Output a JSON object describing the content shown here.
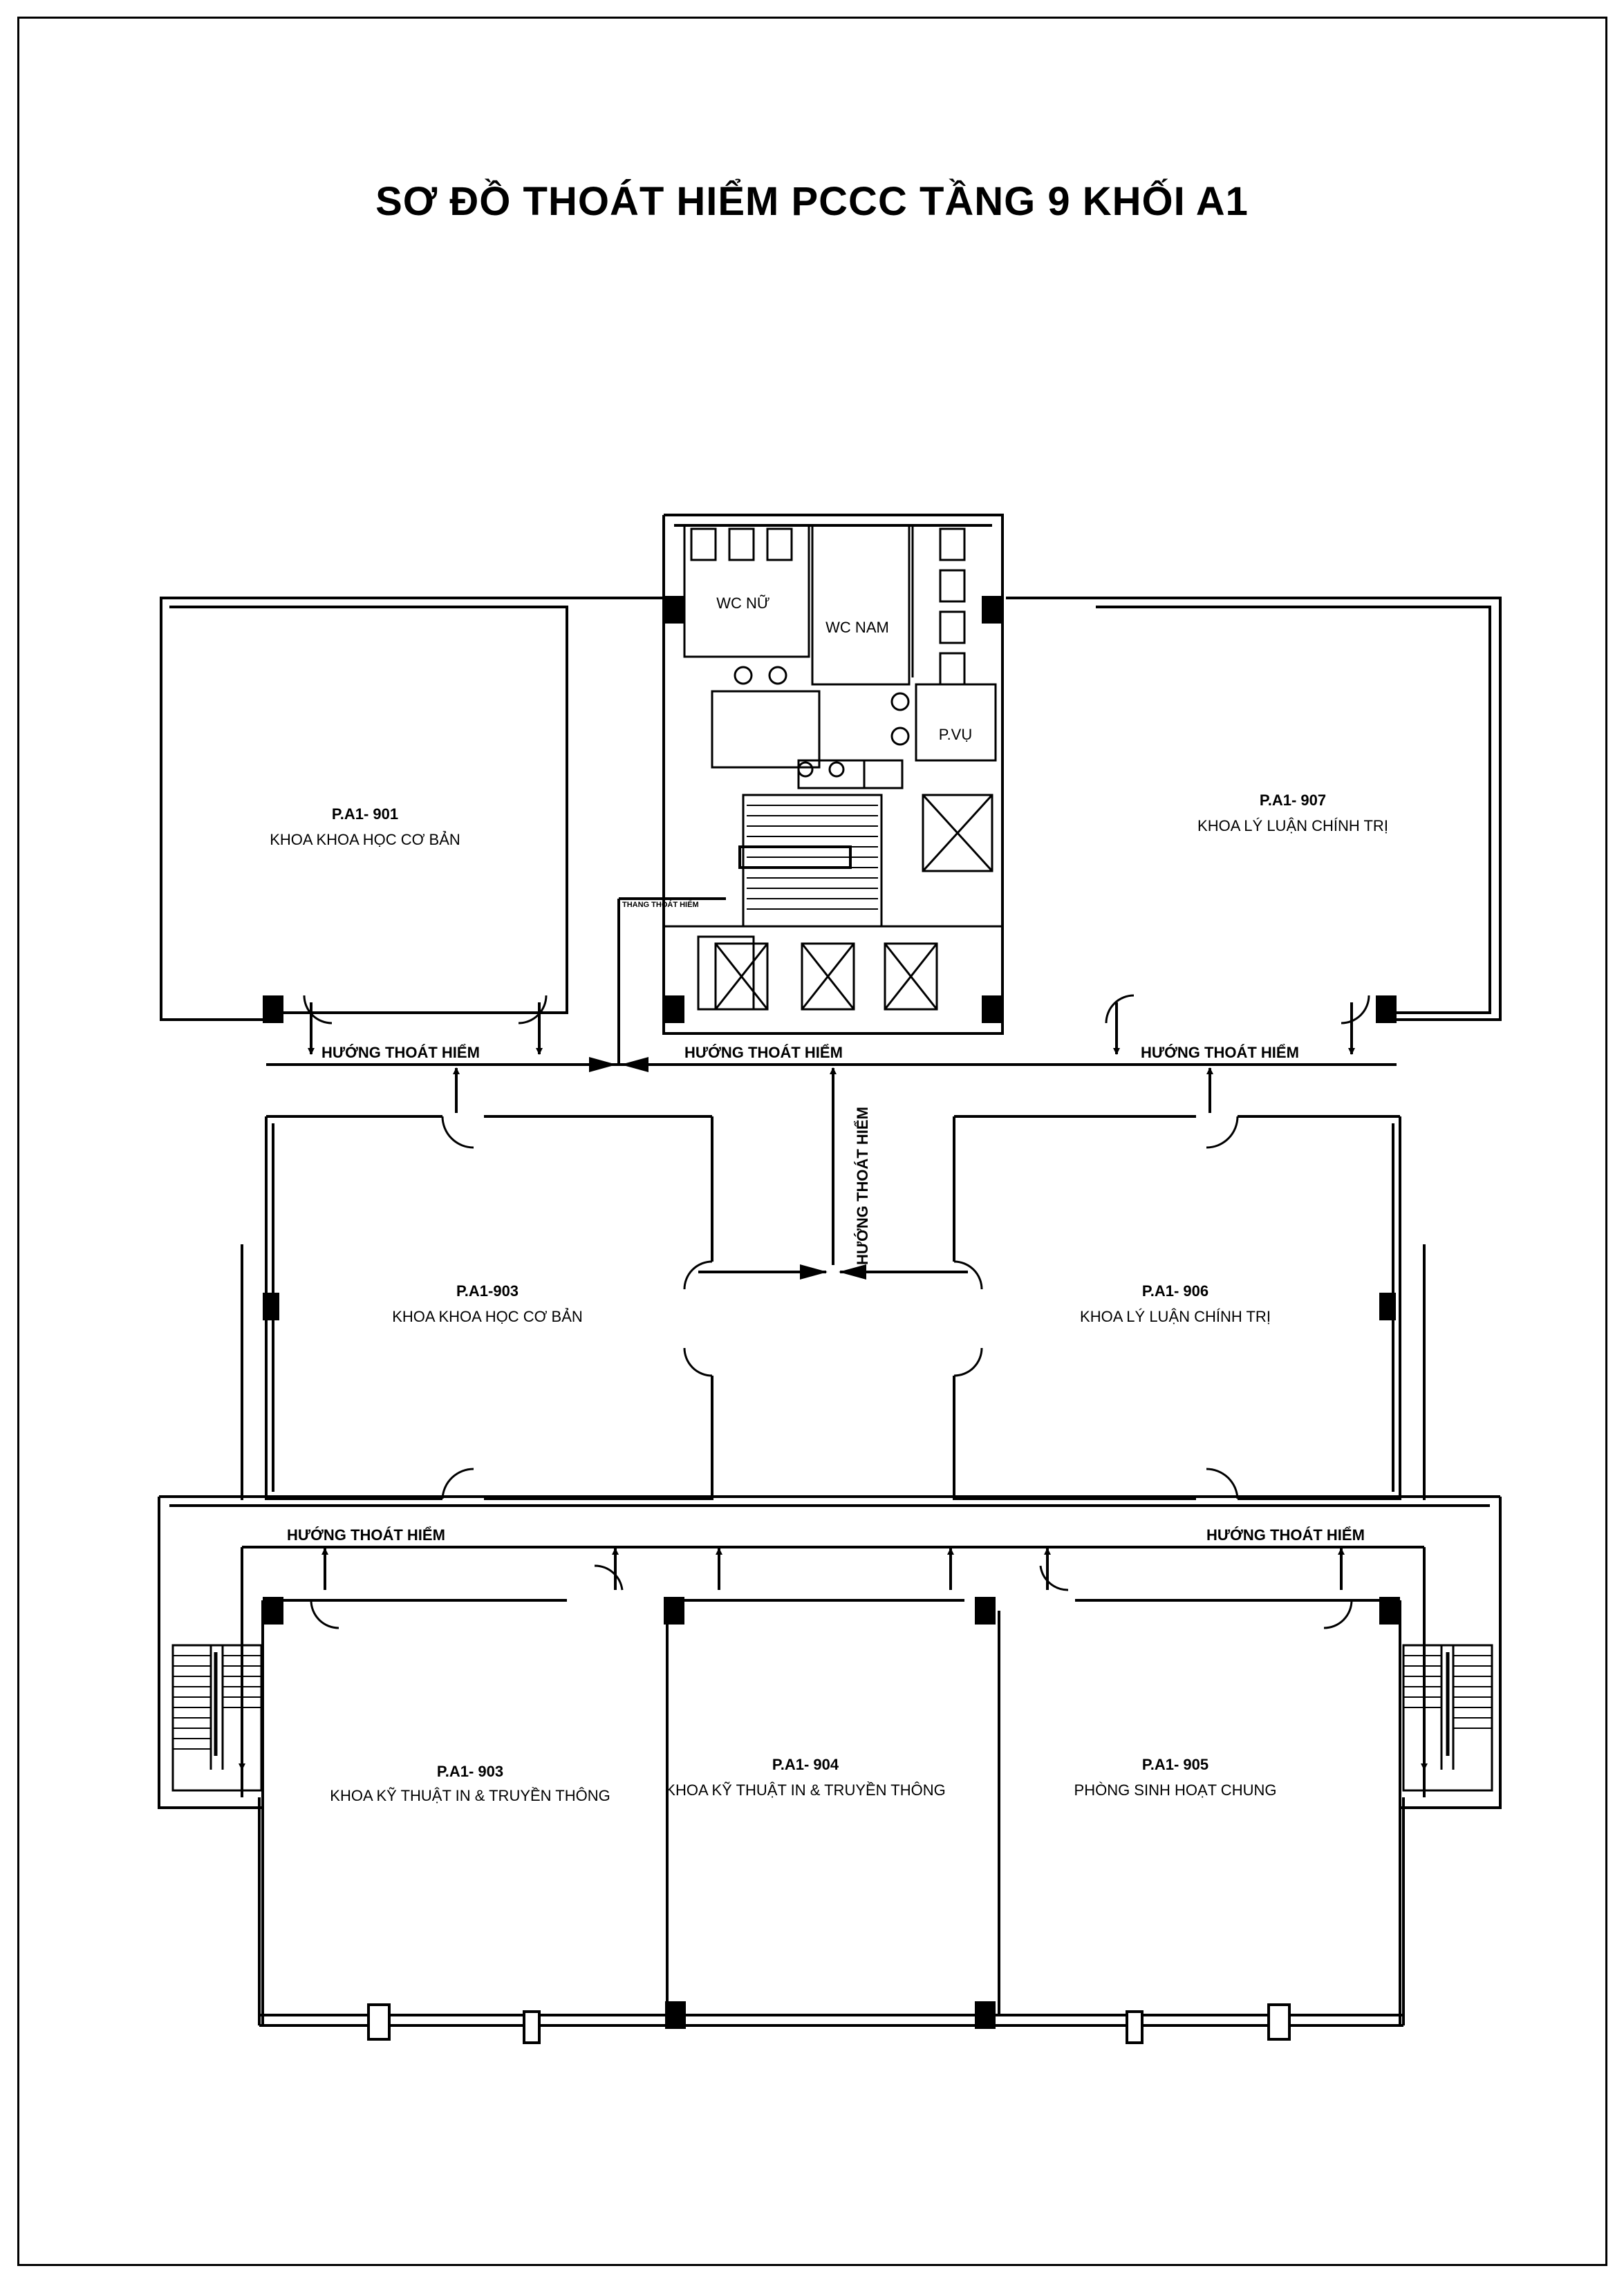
{
  "title": "SƠ ĐỒ THOÁT HIỂM PCCC TẦNG 9 KHỐI A1",
  "rooms": [
    {
      "code": "P.A1- 901",
      "name": "KHOA KHOA HỌC CƠ BẢN"
    },
    {
      "code": "P.A1- 907",
      "name": "KHOA LÝ LUẬN CHÍNH TRỊ"
    },
    {
      "code": "P.A1-903",
      "name": "KHOA KHOA HỌC CƠ BẢN"
    },
    {
      "code": "P.A1- 906",
      "name": "KHOA LÝ LUẬN CHÍNH TRỊ"
    },
    {
      "code": "P.A1- 903",
      "name": "KHOA KỸ THUẬT IN & TRUYỀN THÔNG"
    },
    {
      "code": "P.A1- 904",
      "name": "KHOA KỸ THUẬT IN & TRUYỀN THÔNG"
    },
    {
      "code": "P.A1- 905",
      "name": "PHÒNG SINH HOẠT CHUNG"
    }
  ],
  "service_rooms": {
    "wc_female": "WC NỮ",
    "wc_male": "WC NAM",
    "service": "P.VỤ",
    "stair_label": "THANG THOÁT HIỂM"
  },
  "evacuation_label": "HƯỚNG THOÁT HIỂM"
}
